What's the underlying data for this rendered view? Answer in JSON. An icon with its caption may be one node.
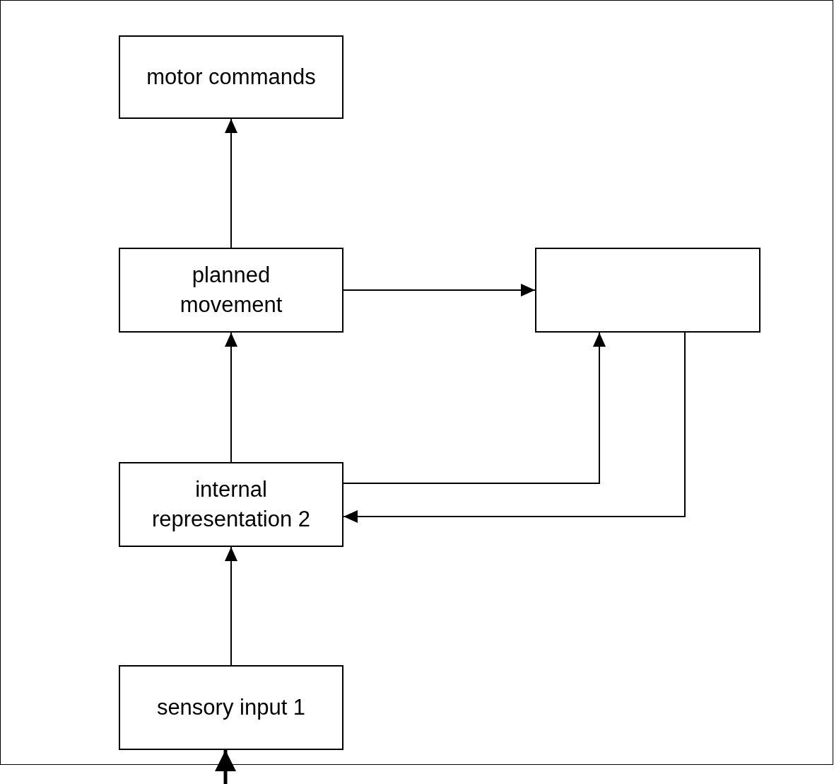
{
  "diagram": {
    "nodes": [
      {
        "text": [
          "motor commands"
        ]
      },
      {
        "text": [
          "planned movement"
        ]
      },
      {
        "text": [],
        "shape": "box"
      },
      {
        "text": [
          "internal representation 2"
        ]
      },
      {
        "text": [
          "sensory input 1"
        ]
      }
    ],
    "edges": [
      {
        "from": 1,
        "to": 0,
        "arrow": "to"
      },
      {
        "from": 1,
        "to": 2,
        "arrow": "to"
      },
      {
        "from": 3,
        "to": 1,
        "arrow": "to"
      },
      {
        "from": 3,
        "to": 2,
        "arrow": "to"
      },
      {
        "from": 2,
        "to": 3,
        "arrow": "to"
      },
      {
        "from": 4,
        "to": 3,
        "arrow": "to"
      },
      {
        "from": null,
        "to": 4,
        "arrow": "to",
        "style": "thick"
      }
    ]
  }
}
